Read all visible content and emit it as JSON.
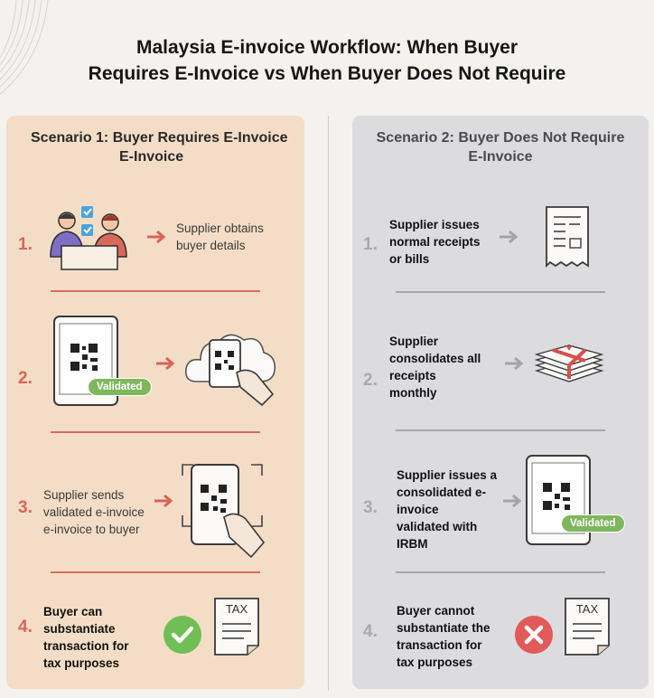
{
  "title_lines": [
    "Malaysia E-invoice Workflow: When Buyer",
    "Requires E-Invoice vs When Buyer Does Not Require"
  ],
  "scenario1": {
    "title_line1": "Scenario 1:  Buyer Requires E-Invoice",
    "title_line2": "E-Invoice",
    "steps": [
      {
        "num": "1.",
        "text_lines": [
          "Supplier obtains",
          "buyer details"
        ]
      },
      {
        "num": "2.",
        "badge": "Validated"
      },
      {
        "num": "3.",
        "text_lines": [
          "Supplier sends",
          "validated e-invoice",
          "e-invoice to buyer"
        ]
      },
      {
        "num": "4.",
        "text_lines": [
          "Buyer can",
          "substantiate",
          "transaction for",
          "tax purposes"
        ],
        "doc_label": "TAX"
      }
    ]
  },
  "scenario2": {
    "title_line1": "Scenario 2: Buyer Does Not Require",
    "title_line2": "E-Invoice",
    "steps": [
      {
        "num": "1.",
        "text_lines": [
          "Supplier issues",
          "normal receipts",
          "or bills"
        ]
      },
      {
        "num": "2.",
        "text_lines": [
          "Supplier",
          "consolidates all",
          "receipts",
          "monthly"
        ]
      },
      {
        "num": "3.",
        "text_lines": [
          "Supplier issues a",
          "consolidated e-",
          "invoice",
          "validated with",
          "IRBM"
        ],
        "badge": "Validated"
      },
      {
        "num": "4.",
        "text_lines": [
          "Buyer cannot",
          "substantiate the",
          "transaction for",
          "tax purposes"
        ],
        "doc_label": "TAX"
      }
    ]
  },
  "colors": {
    "accent_red": "#d9645a",
    "panel1": "#f4ddc6",
    "panel2": "#dcdcdf",
    "check_green": "#6fbf55",
    "cross_red": "#e25a5a"
  }
}
